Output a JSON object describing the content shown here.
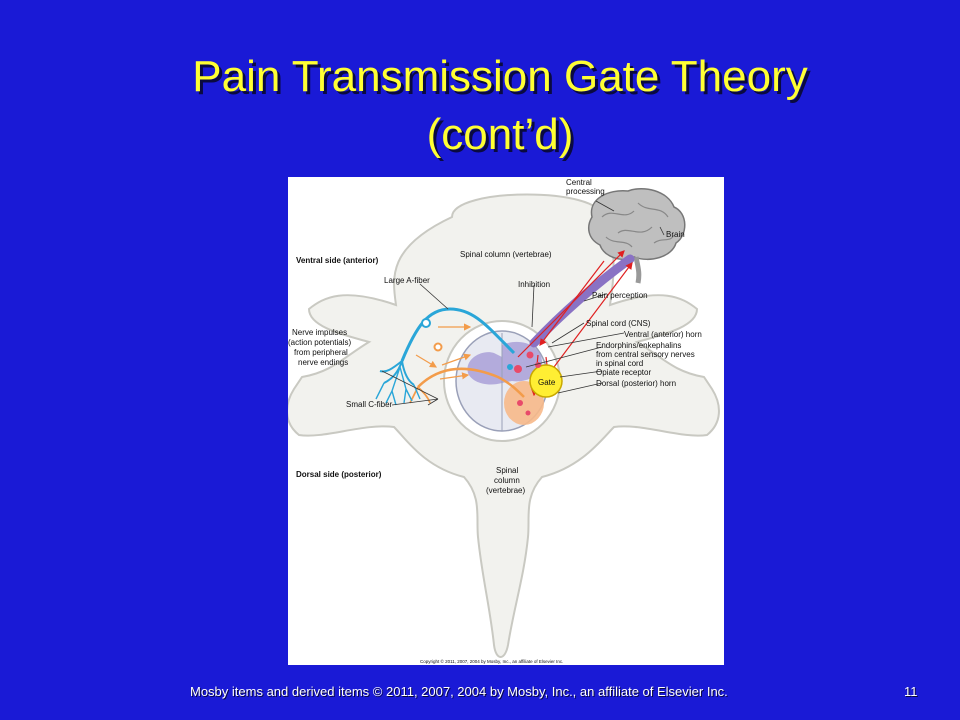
{
  "slide": {
    "title_line1": "Pain Transmission Gate Theory",
    "title_line2": "(cont’d)",
    "footer": "Mosby items and derived items © 2011, 2007, 2004 by Mosby, Inc., an affiliate of Elsevier Inc.",
    "page_number": "11"
  },
  "diagram": {
    "labels": {
      "central_processing_1": "Central",
      "central_processing_2": "processing",
      "brain": "Brain",
      "ventral_side": "Ventral side (anterior)",
      "spinal_column_top": "Spinal column (vertebrae)",
      "large_a_fiber": "Large A-fiber",
      "inhibition": "Inhibition",
      "pain_perception": "Pain perception",
      "spinal_cord": "Spinal cord (CNS)",
      "ventral_horn": "Ventral (anterior) horn",
      "endorphins_1": "Endorphins/enkephalins",
      "endorphins_2": "from central sensory nerves",
      "endorphins_3": "in spinal cord",
      "opiate_receptor": "Opiate receptor",
      "dorsal_horn": "Dorsal (posterior) horn",
      "gate": "Gate",
      "nerve_impulses_1": "Nerve impulses",
      "nerve_impulses_2": "(action potentials)",
      "nerve_impulses_3": "from peripheral",
      "nerve_impulses_4": "nerve endings",
      "small_c_fiber": "Small C-fiber",
      "dorsal_side": "Dorsal side (posterior)",
      "spinal_column_bottom_1": "Spinal",
      "spinal_column_bottom_2": "column",
      "spinal_column_bottom_3": "(vertebrae)",
      "copyright": "Copyright © 2011, 2007, 2004 by Mosby, Inc., an affiliate of Elsevier Inc."
    },
    "colors": {
      "slide_background": "#1a1ad6",
      "title": "#ffff33",
      "large_fiber": "#2aa6d8",
      "small_fiber": "#f39c4a",
      "ascending_tract": "#8a72c4",
      "gate": "#ffee33",
      "arrows": "#e02020"
    }
  }
}
